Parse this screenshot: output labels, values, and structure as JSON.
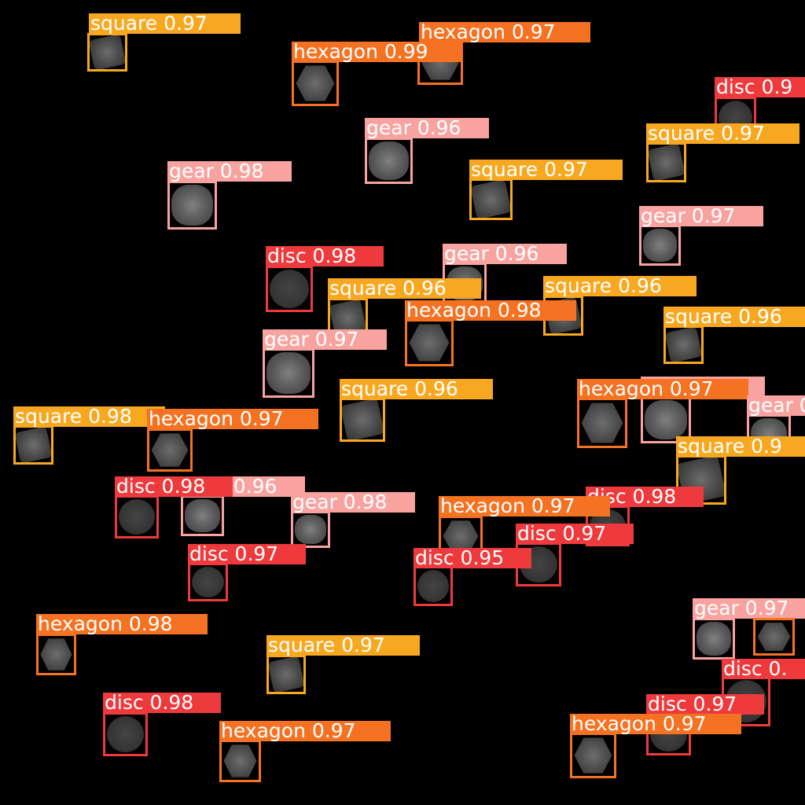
{
  "class_colors": {
    "square": "#f8a820",
    "hexagon": "#f47222",
    "gear": "#f9a3a0",
    "disc": "#ee3a3c"
  },
  "detections": [
    {
      "label": "square",
      "score": "0.97"
    },
    {
      "label": "hexagon",
      "score": "0.97"
    },
    {
      "label": "hexagon",
      "score": "0.99"
    },
    {
      "label": "disc",
      "score": "0.9"
    },
    {
      "label": "square",
      "score": "0.97"
    },
    {
      "label": "gear",
      "score": "0.96"
    },
    {
      "label": "gear",
      "score": "0.98"
    },
    {
      "label": "square",
      "score": "0.97"
    },
    {
      "label": "gear",
      "score": "0.97"
    },
    {
      "label": "disc",
      "score": "0.98"
    },
    {
      "label": "gear",
      "score": "0.96"
    },
    {
      "label": "square",
      "score": "0.96"
    },
    {
      "label": "square",
      "score": "0.96"
    },
    {
      "label": "hexagon",
      "score": "0.98"
    },
    {
      "label": "square",
      "score": "0.96"
    },
    {
      "label": "gear",
      "score": "0.97"
    },
    {
      "label": "square",
      "score": "0.96"
    },
    {
      "label": "gear",
      "score": "0.97"
    },
    {
      "label": "hexagon",
      "score": "0.97"
    },
    {
      "label": "gear",
      "score": "0."
    },
    {
      "label": "square",
      "score": "0.98"
    },
    {
      "label": "hexagon",
      "score": "0.97"
    },
    {
      "label": "square",
      "score": "0.9"
    },
    {
      "label": "gear",
      "score": "0.96"
    },
    {
      "label": "disc",
      "score": "0.98"
    },
    {
      "label": "gear",
      "score": "0.98"
    },
    {
      "label": "disc",
      "score": "0.98"
    },
    {
      "label": "hexagon",
      "score": "0.97"
    },
    {
      "label": "disc",
      "score": "0.97"
    },
    {
      "label": "disc",
      "score": "0.97"
    },
    {
      "label": "disc",
      "score": "0.95"
    },
    {
      "label": "gear",
      "score": "0.97"
    },
    {
      "label": "hexagon",
      "score": "0.98"
    },
    {
      "label": "square",
      "score": "0.97"
    },
    {
      "label": "disc",
      "score": "0."
    },
    {
      "label": "disc",
      "score": "0.98"
    },
    {
      "label": "disc",
      "score": "0.97"
    },
    {
      "label": "hexagon",
      "score": "0.97"
    },
    {
      "label": "hexagon",
      "score": "0.97"
    },
    {
      "label": "hexagon",
      "score": "0.97"
    }
  ]
}
